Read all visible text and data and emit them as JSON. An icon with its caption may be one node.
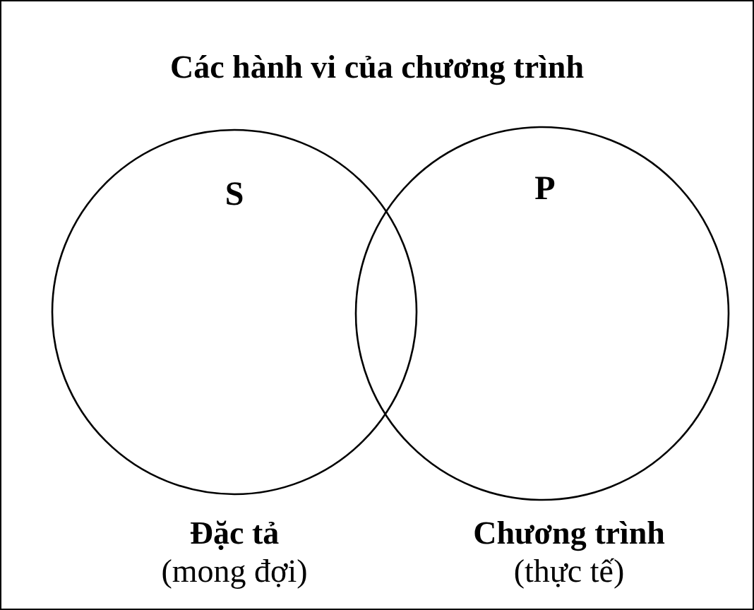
{
  "diagram": {
    "nodes": [
      {
        "text": [
          "Các hành vi của chương trình"
        ]
      },
      {
        "text": [
          "S"
        ],
        "in": 0,
        "beside": [
          "Đặc tả",
          "(mong đợi)"
        ]
      },
      {
        "text": [
          "P"
        ],
        "in": 0,
        "beside": [
          "Chương trình",
          "(thực tế)"
        ]
      }
    ],
    "edges": []
  }
}
